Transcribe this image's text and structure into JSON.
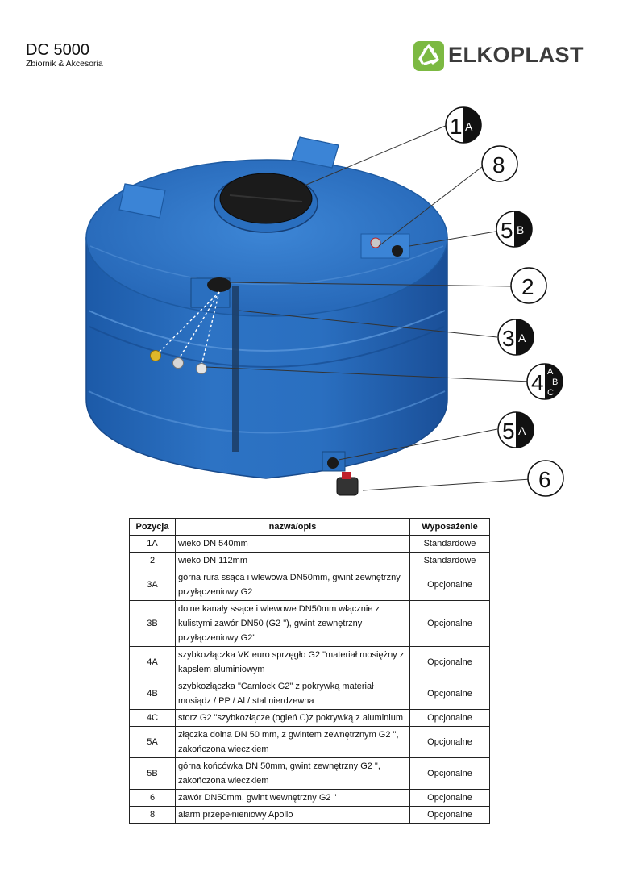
{
  "header": {
    "title": "DC 5000",
    "subtitle": "Zbiornik & Akcesoria",
    "brand": "ELKOPLAST",
    "brand_color": "#7cb942"
  },
  "callouts": [
    {
      "num": "1",
      "letters": [
        "A"
      ]
    },
    {
      "num": "8",
      "letters": []
    },
    {
      "num": "5",
      "letters": [
        "B"
      ]
    },
    {
      "num": "2",
      "letters": []
    },
    {
      "num": "3",
      "letters": [
        "A"
      ]
    },
    {
      "num": "4",
      "letters": [
        "A",
        "B",
        "C"
      ]
    },
    {
      "num": "5",
      "letters": [
        "A"
      ]
    },
    {
      "num": "6",
      "letters": []
    }
  ],
  "table": {
    "headers": [
      "Pozycja",
      "nazwa/opis",
      "Wyposażenie"
    ],
    "rows": [
      {
        "pos": "1A",
        "desc": "wieko DN 540mm",
        "eq": "Standardowe"
      },
      {
        "pos": "2",
        "desc": "wieko DN 112mm",
        "eq": "Standardowe"
      },
      {
        "pos": "3A",
        "desc": "górna rura ssąca i wlewowa DN50mm, gwint zewnętrzny przyłączeniowy G2",
        "eq": "Opcjonalne"
      },
      {
        "pos": "3B",
        "desc": "dolne kanały ssące i wlewowe DN50mm włącznie z kulistymi zawór DN50 (G2 \"), gwint zewnętrzny przyłączeniowy G2\"",
        "eq": "Opcjonalne"
      },
      {
        "pos": "4A",
        "desc": "szybkozłączka VK euro sprzęgło G2 \"materiał mosiężny z kapslem aluminiowym",
        "eq": "Opcjonalne"
      },
      {
        "pos": "4B",
        "desc": "szybkozłączka \"Camlock G2\" z pokrywką materiał mosiądz / PP / Al / stal nierdzewna",
        "eq": "Opcjonalne"
      },
      {
        "pos": "4C",
        "desc": " storz G2 \"szybkozłącze (ogień C)z pokrywką z aluminium",
        "eq": "Opcjonalne"
      },
      {
        "pos": "5A",
        "desc": "złączka dolna DN 50 mm, z gwintem zewnętrznym G2 \", zakończona wieczkiem",
        "eq": "Opcjonalne"
      },
      {
        "pos": "5B",
        "desc": "górna końcówka DN 50mm, gwint zewnętrzny G2 \", zakończona wieczkiem",
        "eq": "Opcjonalne"
      },
      {
        "pos": "6",
        "desc": "zawór DN50mm, gwint wewnętrzny G2 \"",
        "eq": "Opcjonalne"
      },
      {
        "pos": "8",
        "desc": "alarm przepełnieniowy Apollo",
        "eq": "Opcjonalne"
      }
    ]
  }
}
